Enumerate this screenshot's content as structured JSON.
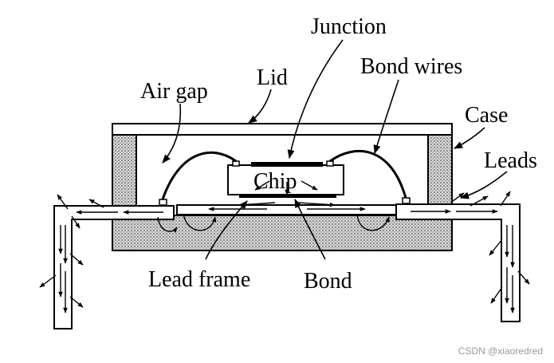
{
  "labels": {
    "junction": "Junction",
    "lid": "Lid",
    "bond_wires": "Bond wires",
    "air_gap": "Air gap",
    "case": "Case",
    "leads": "Leads",
    "chip": "Chip",
    "lead_frame": "Lead frame",
    "bond": "Bond"
  },
  "watermark": "CSDN @xiaoredred",
  "colors": {
    "stroke": "#000000",
    "hatch": "#7a7a7a",
    "background": "#ffffff"
  }
}
